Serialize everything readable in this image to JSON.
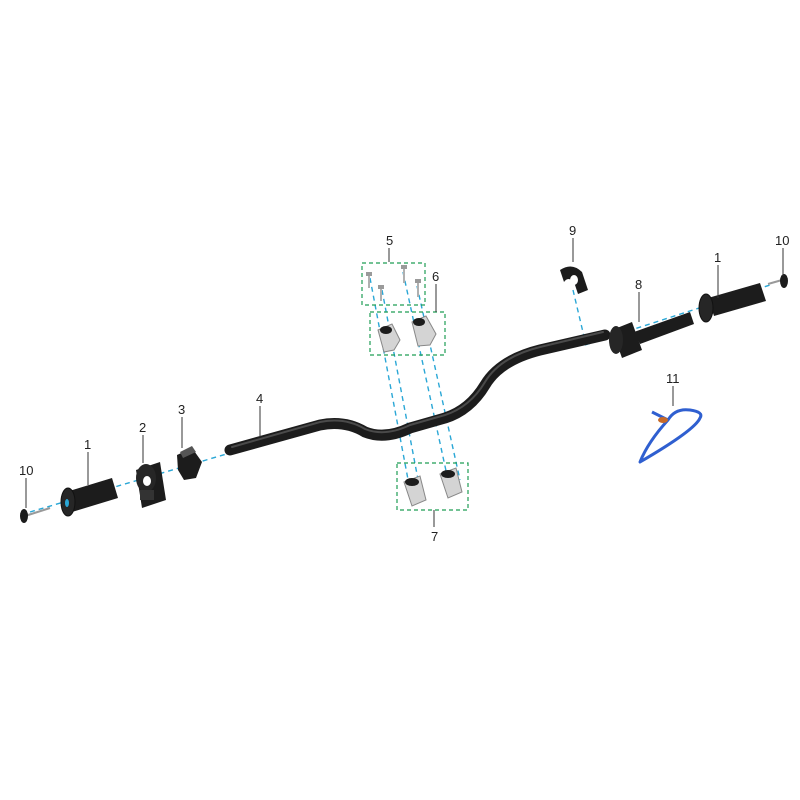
{
  "labels": {
    "grip_left": "1",
    "switch_housing": "2",
    "clamp": "3",
    "handlebar": "4",
    "bolts": "5",
    "upper_clamps": "6",
    "lower_clamps": "7",
    "throttle": "8",
    "cable_cover": "9",
    "end_cap_left": "10",
    "grip_right": "1",
    "end_cap_right": "10",
    "lanyard": "11"
  },
  "colors": {
    "part": "#1c1c1c",
    "part_highlight": "#4a4a4a",
    "metal": "#d4d4d4",
    "axis_line": "#2aa7d6",
    "group_box": "#1f9d55",
    "lanyard": "#2f5fd0",
    "tag": "#c86a28"
  }
}
